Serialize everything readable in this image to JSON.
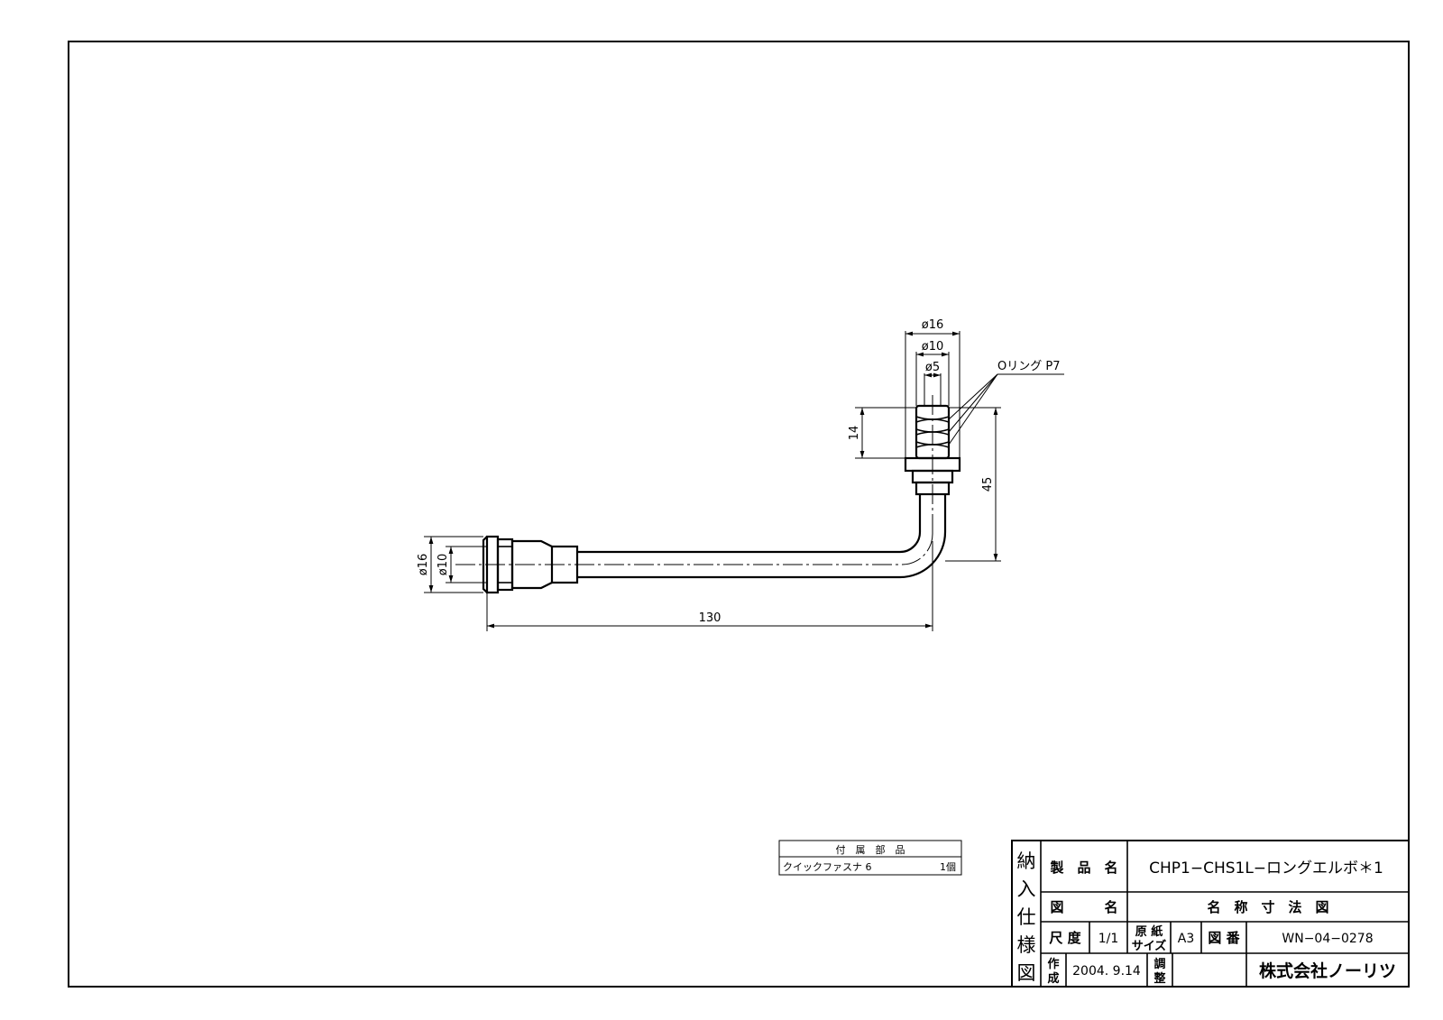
{
  "dimensions": {
    "top_outer_dia": "ø16",
    "top_mid_dia": "ø10",
    "top_inner_dia": "ø5",
    "oring_label": "Oリング P7",
    "socket_depth": "14",
    "height": "45",
    "left_outer_dia": "ø16",
    "left_inner_dia": "ø10",
    "length": "130"
  },
  "parts_table": {
    "header": "付　属　部　品",
    "item_name": "クイックファスナ 6",
    "item_qty": "1個"
  },
  "title_block": {
    "vertical_title": [
      "納",
      "入",
      "仕",
      "様",
      "図"
    ],
    "product_name_label": "製　品　名",
    "product_name": "CHP1−CHS1L−ロングエルボ＊1",
    "drawing_name_label": "図　　　名",
    "drawing_name": "名　称　寸　法　図",
    "scale_label": "尺 度",
    "scale": "1/1",
    "paper_size_label_1": "原 紙",
    "paper_size_label_2": "サイズ",
    "paper_size": "A3",
    "drawing_no_label": "図 番",
    "drawing_no": "WN−04−0278",
    "created_label_1": "作",
    "created_label_2": "成",
    "created_date": "2004. 9.14",
    "adjusted_label_1": "調",
    "adjusted_label_2": "整",
    "company": "株式会社ノーリツ"
  }
}
